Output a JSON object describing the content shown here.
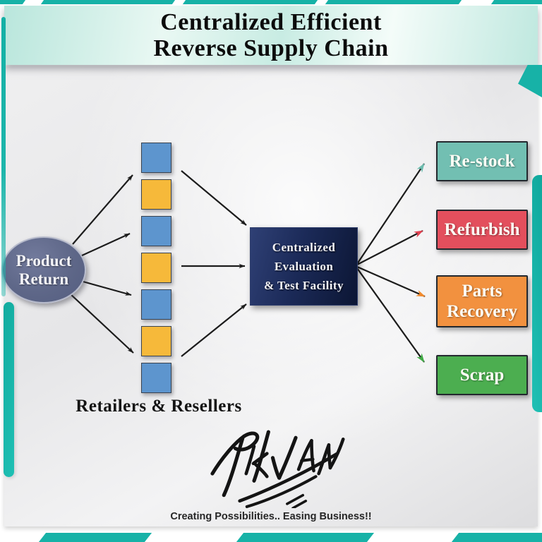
{
  "header": {
    "title_line1": "Centralized Efficient",
    "title_line2": "Reverse Supply Chain"
  },
  "diagram": {
    "source_label": "Product Return",
    "retailers_label": "Retailers & Resellers",
    "retailer_units": [
      {
        "name": "unit-blue-1",
        "color": "#5d95ce"
      },
      {
        "name": "unit-orange-1",
        "color": "#f6b93a"
      },
      {
        "name": "unit-blue-2",
        "color": "#5d95ce"
      },
      {
        "name": "unit-orange-2",
        "color": "#f6b93a"
      },
      {
        "name": "unit-blue-3",
        "color": "#5d95ce"
      },
      {
        "name": "unit-orange-3",
        "color": "#f6b93a"
      },
      {
        "name": "unit-blue-4",
        "color": "#5d95ce"
      }
    ],
    "facility": {
      "line1": "Centralized",
      "line2": "Evaluation",
      "line3": "& Test Facility",
      "color": "#16204a"
    },
    "outcomes": [
      {
        "label": "Re-stock",
        "color": "#72bfb2",
        "arrow_color": "#6cbcae"
      },
      {
        "label": "Refurbish",
        "color": "#e34f5d",
        "arrow_color": "#e0404f"
      },
      {
        "label": "Parts Recovery",
        "color": "#f2913f",
        "arrow_color": "#f08a2e"
      },
      {
        "label": "Scrap",
        "color": "#4cae50",
        "arrow_color": "#3fa944"
      }
    ]
  },
  "footer": {
    "brand": "PIKVAN",
    "tagline": "Creating Possibilities.. Easing Business!!"
  },
  "theme": {
    "border_teal": "#17b2a7",
    "arrow_black": "#1c1c1c"
  }
}
